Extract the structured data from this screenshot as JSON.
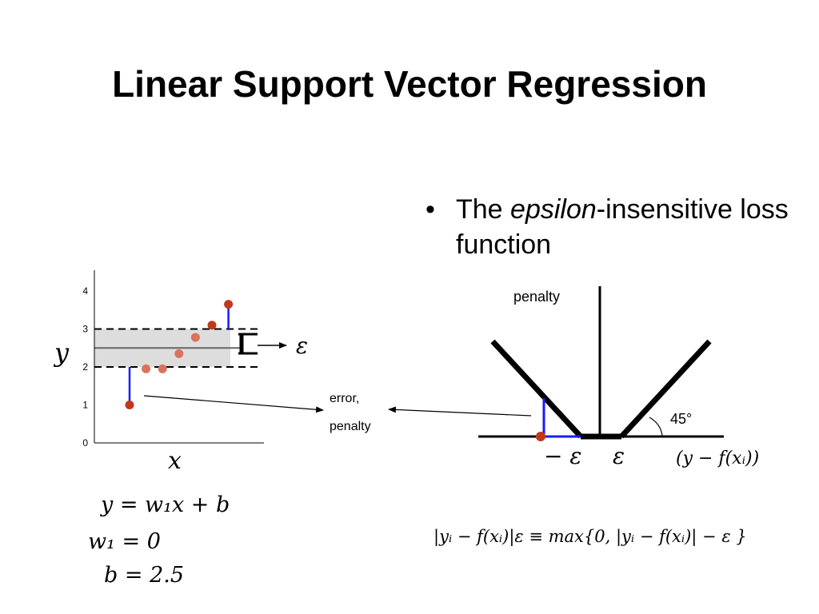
{
  "title": "Linear Support Vector Regression",
  "bullet": {
    "symbol": "•",
    "prefix": "The ",
    "emphasis": "epsilon",
    "suffix": "-insensitive loss function"
  },
  "left_plot": {
    "y_label": "y",
    "x_label": "x",
    "epsilon_label": "ε",
    "y_ticks": [
      "0",
      "1",
      "2",
      "3",
      "4"
    ],
    "chart_data": {
      "type": "scatter",
      "ylim": [
        0,
        4.5
      ],
      "y_ticks": [
        0,
        1,
        2,
        3,
        4
      ],
      "regression_line": {
        "w1": 0,
        "b": 2.5
      },
      "epsilon": 0.5,
      "points": [
        {
          "x": 1,
          "y": 1.0,
          "outside_tube": true
        },
        {
          "x": 2,
          "y": 1.95,
          "outside_tube": false
        },
        {
          "x": 3,
          "y": 1.95,
          "outside_tube": false
        },
        {
          "x": 4,
          "y": 2.35,
          "outside_tube": false
        },
        {
          "x": 5,
          "y": 2.78,
          "outside_tube": false
        },
        {
          "x": 6,
          "y": 3.1,
          "outside_tube": true
        },
        {
          "x": 7,
          "y": 3.65,
          "outside_tube": true
        }
      ],
      "colors": {
        "outside_point": "#c0391b",
        "inside_point": "#d9735c",
        "residual": "#1a1aff",
        "tube": "#dddddd"
      }
    }
  },
  "annotation": {
    "line1": "error,",
    "line2": "penalty"
  },
  "loss_plot": {
    "y_axis_label": "penalty",
    "angle_label": "45°",
    "neg_eps_label": "− ε",
    "pos_eps_label": "ε",
    "x_axis_label": "(y − f(xᵢ))"
  },
  "equations": {
    "eq1": "y = w₁x + b",
    "eq2": "w₁ = 0",
    "eq3": "b = 2.5",
    "loss": "|yᵢ − f(xᵢ)|ε ≡ max{0, |yᵢ − f(xᵢ)| − ε }"
  }
}
